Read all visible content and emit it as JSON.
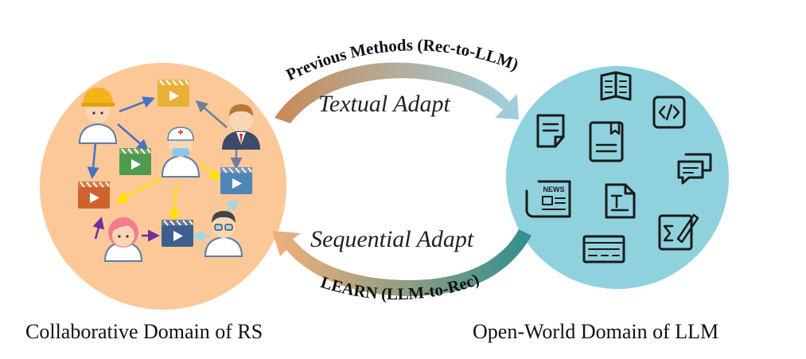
{
  "labels": {
    "left_domain": "Collaborative Domain of  RS",
    "right_domain": "Open-World Domain of LLM",
    "top_arc": "Previous Methods (Rec-to-LLM)",
    "bottom_arc": "LEARN (LLM-to-Rec)",
    "top_adapt": "Textual Adapt",
    "bottom_adapt": "Sequential Adapt",
    "news_badge": "NEWS"
  },
  "colors": {
    "left_circle": "#fcc898",
    "right_circle": "#8fd2de",
    "top_arrow_start": "#c88a55",
    "top_arrow_end": "#9fcfe0",
    "bottom_arrow_start": "#f2b07a",
    "bottom_arrow_end": "#2f8e8e",
    "edge_blue": "#4472c4",
    "edge_yellow": "#ffe100",
    "edge_purple": "#7030a0",
    "edge_gray": "#6f7f95"
  },
  "icons": {
    "users": [
      "worker-avatar",
      "doctor-avatar",
      "businessman-avatar",
      "woman-avatar",
      "glasses-man-avatar"
    ],
    "items": [
      "video-item-yellow",
      "video-item-green",
      "video-item-blue",
      "video-item-orange",
      "video-item-navy"
    ],
    "documents": [
      "book-icon",
      "code-icon",
      "document-icon",
      "bookmark-doc-icon",
      "chat-icon",
      "newspaper-icon",
      "text-doc-icon",
      "form-icon",
      "sum-edit-icon"
    ]
  }
}
